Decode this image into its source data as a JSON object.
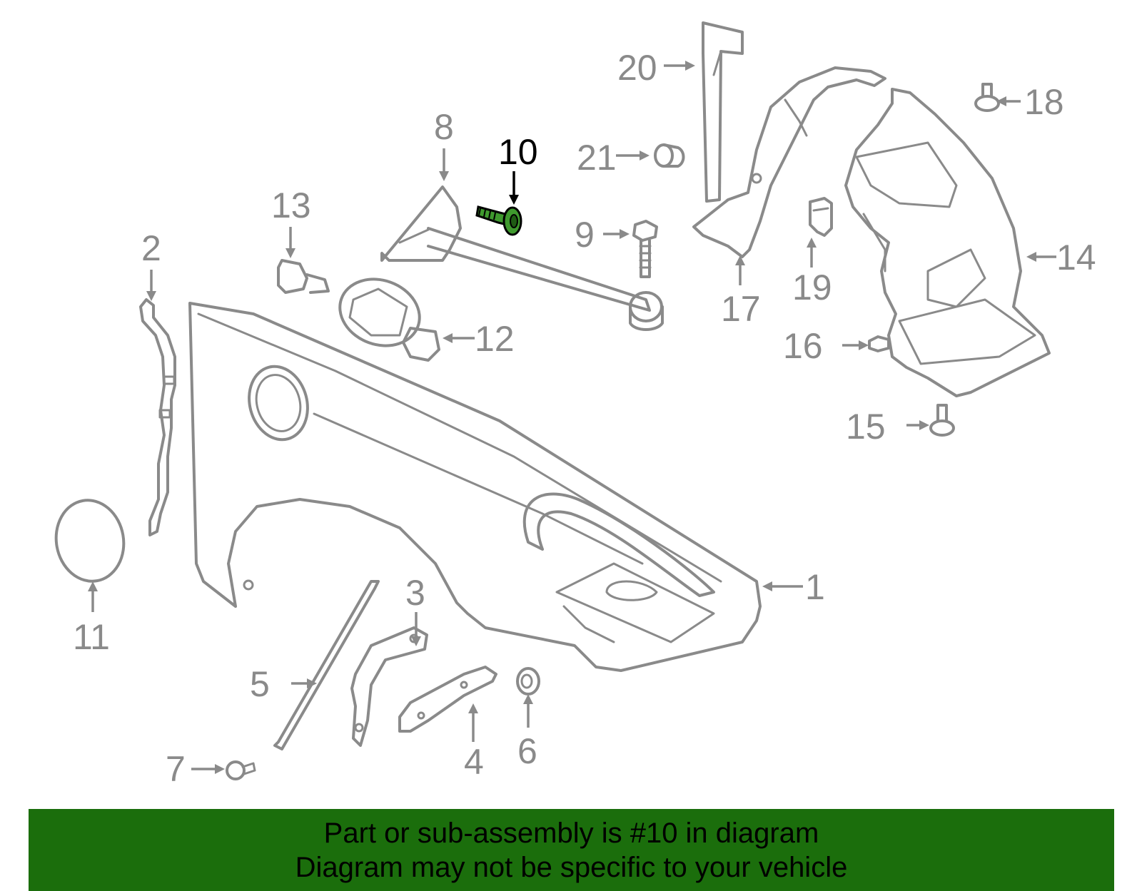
{
  "highlight_part": "10",
  "colors": {
    "parts": "#8a8a8a",
    "highlight": "#3f9a2e",
    "banner": "#1b6e0c"
  },
  "callouts": {
    "c1": "1",
    "c2": "2",
    "c3": "3",
    "c4": "4",
    "c5": "5",
    "c6": "6",
    "c7": "7",
    "c8": "8",
    "c9": "9",
    "c10": "10",
    "c11": "11",
    "c12": "12",
    "c13": "13",
    "c14": "14",
    "c15": "15",
    "c16": "16",
    "c17": "17",
    "c18": "18",
    "c19": "19",
    "c20": "20",
    "c21": "21"
  },
  "banner": {
    "line1": "Part or sub-assembly is #10 in diagram",
    "line2": "Diagram may not be specific to your vehicle"
  }
}
